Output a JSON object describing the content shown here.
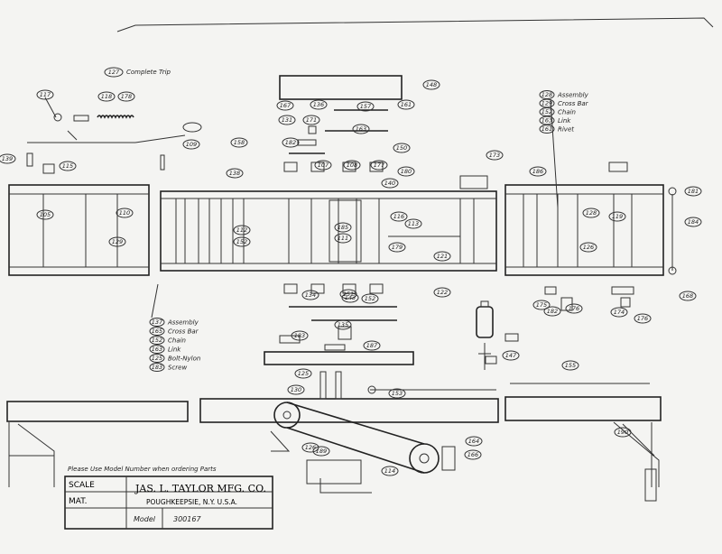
{
  "trip_label": "Complete Trip",
  "part_numbers": [
    "127",
    "117",
    "118",
    "178",
    "148",
    "139",
    "181",
    "167",
    "136",
    "157",
    "161",
    "131",
    "171",
    "163",
    "158",
    "182",
    "150",
    "173",
    "138",
    "107",
    "108",
    "177",
    "180",
    "140",
    "186",
    "109",
    "115",
    "110",
    "112",
    "116",
    "113",
    "185",
    "111",
    "129",
    "105",
    "179",
    "152",
    "121",
    "126",
    "119",
    "128",
    "122",
    "184",
    "168",
    "174",
    "175",
    "176",
    "176",
    "182",
    "152",
    "183",
    "135",
    "151",
    "143",
    "134",
    "187",
    "125",
    "130",
    "153",
    "155",
    "147",
    "126",
    "189",
    "190",
    "164",
    "166",
    "114"
  ],
  "callout_top_right": [
    "Assembly",
    "Cross Bar",
    "Chain",
    "Link",
    "Rivet"
  ],
  "callout_top_right_nums": [
    "128",
    "129",
    "152",
    "163",
    "161"
  ],
  "callout_bottom_left": [
    "Assembly",
    "Cross Bar",
    "Chain",
    "Link",
    "Bolt-Nylon",
    "Screw"
  ],
  "callout_bottom_left_nums": [
    "137",
    "165",
    "152",
    "163",
    "125",
    "183"
  ],
  "title_block": {
    "note": "Please Use Model Number when ordering Parts",
    "scale_label": "SCALE",
    "mat_label": "MAT.",
    "firm": "JAS. L. TAYLOR MFG. CO.",
    "city": "POUGHKEEPSIE, N.Y. U.S.A.",
    "model_label": "Model",
    "model_number": "300167"
  },
  "colors": {
    "paper": "#f4f4f2",
    "ink": "#222222"
  }
}
